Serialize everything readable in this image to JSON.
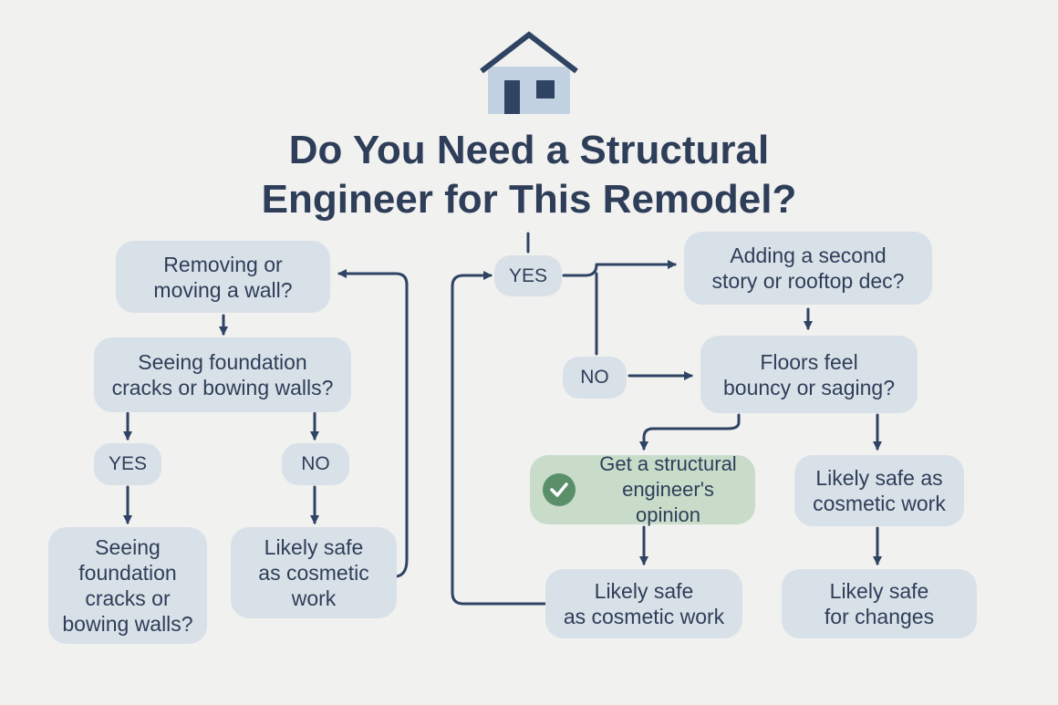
{
  "title": {
    "line1": "Do You Need a Structural",
    "line2": "Engineer for This Remodel?"
  },
  "icons": {
    "header": "house-icon",
    "approved": "check-circle-icon"
  },
  "colors": {
    "background": "#f1f1f0",
    "box": "#d9e1e8",
    "highlight_box": "#c9dcca",
    "check": "#5a8f6a",
    "text": "#2e3e59",
    "lines": "#2f4363"
  },
  "nodes": {
    "removing_wall": "Removing or\nmoving a wall?",
    "foundation_q": "Seeing foundation\ncracks or bowing walls?",
    "yes_left": "YES",
    "no_left": "NO",
    "foundation_repeat": "Seeing\nfoundation\ncracks or\nbowing walls?",
    "safe_cosmetic_left": "Likely safe\nas cosmetic\nwork",
    "yes_center": "YES",
    "no_center": "NO",
    "second_story": "Adding a second\nstory or rooftop dec?",
    "floors_bouncy": "Floors feel\nbouncy or saging?",
    "get_engineer": "Get a structural\nengineer's opinion",
    "safe_cosmetic_right": "Likely safe as\ncosmetic work",
    "safe_cosmetic_center": "Likely safe\nas cosmetic work",
    "safe_changes": "Likely safe\nfor changes"
  }
}
